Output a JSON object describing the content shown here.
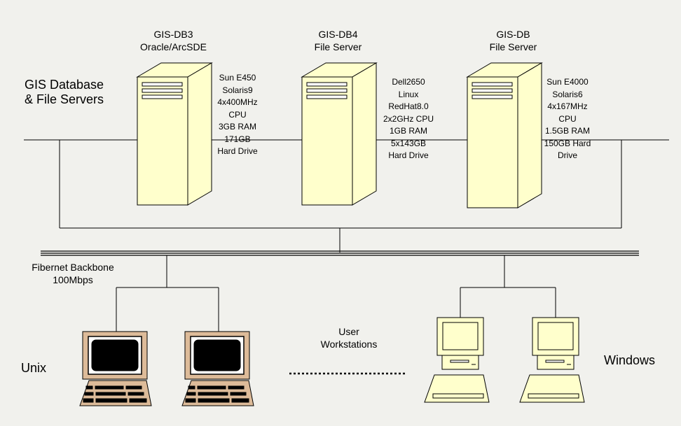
{
  "title_lines": [
    "GIS Database",
    "& File Servers"
  ],
  "servers": [
    {
      "name": "GIS-DB3",
      "role": "Oracle/ArcSDE",
      "specs": [
        "Sun E450",
        "Solaris9",
        "4x400MHz",
        "CPU",
        "3GB RAM",
        "171GB",
        "Hard Drive"
      ]
    },
    {
      "name": "GIS-DB4",
      "role": "File Server",
      "specs": [
        "Dell2650",
        "Linux",
        "RedHat8.0",
        "2x2GHz CPU",
        "1GB RAM",
        "5x143GB",
        "Hard Drive"
      ]
    },
    {
      "name": "GIS-DB",
      "role": "File Server",
      "specs": [
        "Sun E4000",
        "Solaris6",
        "4x167MHz",
        "CPU",
        "1.5GB RAM",
        "150GB Hard",
        "Drive"
      ]
    }
  ],
  "backbone": {
    "line1": "Fibernet Backbone",
    "line2": "100Mbps"
  },
  "workstations": {
    "line1": "User",
    "line2": "Workstations"
  },
  "unix_label": "Unix",
  "windows_label": "Windows",
  "colors": {
    "background": "#f1f1ed",
    "server_fill": "#ffffcc",
    "crt_fill": "#ddbb99",
    "pc_fill": "#ffffcc"
  }
}
